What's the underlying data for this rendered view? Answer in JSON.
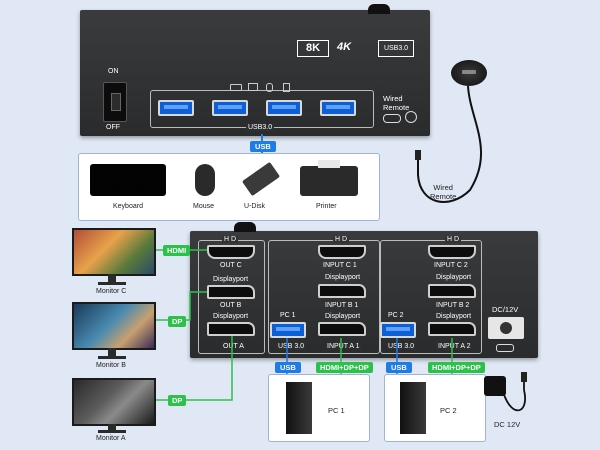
{
  "top_device": {
    "power_on": "ON",
    "power_off": "OFF",
    "badges": [
      "8K",
      "4K",
      "USB3.0"
    ],
    "usb_bar_label": "USB3.0",
    "wired_remote_label": "Wired\nRemote"
  },
  "usb_tag": "USB",
  "peripherals": [
    "Keyboard",
    "Mouse",
    "U-Disk",
    "Printer"
  ],
  "remote_label": "Wired\nRemote",
  "switch_device": {
    "hd_labels": [
      "H D",
      "H D",
      "H D"
    ],
    "out_c": "OUT C",
    "out_b": "OUT B",
    "out_a": "OUT A",
    "displayport": "Displayport",
    "input_c1": "INPUT C 1",
    "input_b1": "INPUT B 1",
    "input_a1": "INPUT A 1",
    "input_c2": "INPUT C 2",
    "input_b2": "INPUT B 2",
    "input_a2": "INPUT A 2",
    "pc1": "PC 1",
    "pc2": "PC 2",
    "usb30": "USB 3.0",
    "dc": "DC/12V"
  },
  "connection_tags": {
    "hdmi": "HDMI",
    "dp_b": "DP",
    "dp_a": "DP",
    "usb1": "USB",
    "usb2": "USB",
    "multi1": "HDMI+DP+DP",
    "multi2": "HDMI+DP+DP"
  },
  "monitors": [
    "Monitor C",
    "Monitor B",
    "Monitor A"
  ],
  "pcs": [
    "PC 1",
    "PC 2"
  ],
  "adapter_label": "DC 12V"
}
